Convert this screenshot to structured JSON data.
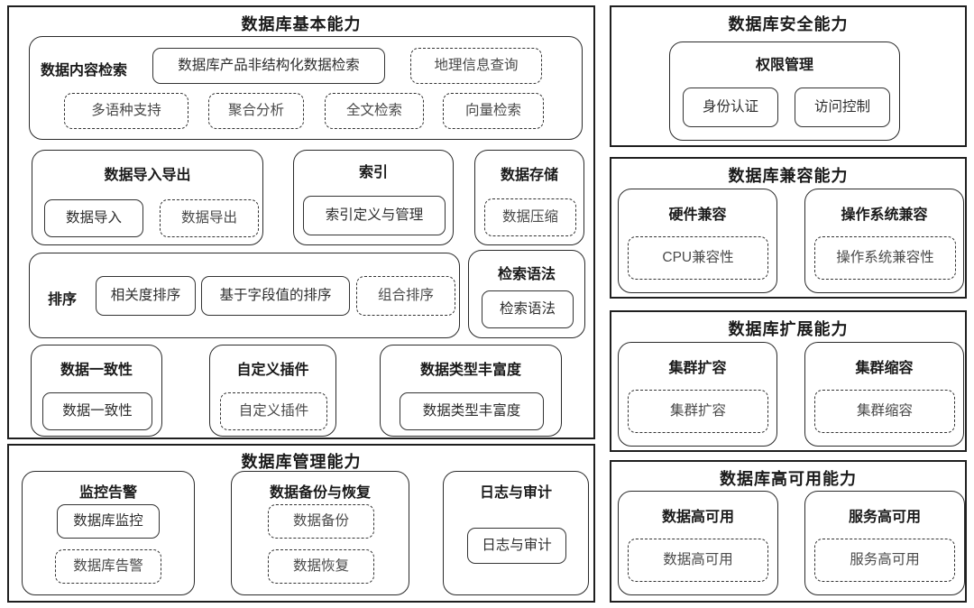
{
  "colors": {
    "border": "#1f1f1f",
    "background": "#ffffff",
    "text": "#1a1a1a"
  },
  "basic": {
    "title": "数据库基本能力",
    "retrieval": {
      "label": "数据内容检索",
      "unstructured": "数据库产品非结构化数据检索",
      "geo": "地理信息查询",
      "multilang": "多语种支持",
      "aggregation": "聚合分析",
      "fulltext": "全文检索",
      "vector": "向量检索"
    },
    "import_export": {
      "title": "数据导入导出",
      "import": "数据导入",
      "export": "数据导出"
    },
    "index": {
      "title": "索引",
      "define_manage": "索引定义与管理"
    },
    "storage": {
      "title": "数据存储",
      "compression": "数据压缩"
    },
    "sorting": {
      "label": "排序",
      "relevance": "相关度排序",
      "field_value": "基于字段值的排序",
      "combined": "组合排序"
    },
    "syntax": {
      "title": "检索语法",
      "box": "检索语法"
    },
    "consistency": {
      "title": "数据一致性",
      "box": "数据一致性"
    },
    "plugin": {
      "title": "自定义插件",
      "box": "自定义插件"
    },
    "datatype": {
      "title": "数据类型丰富度",
      "box": "数据类型丰富度"
    }
  },
  "management": {
    "title": "数据库管理能力",
    "monitoring": {
      "title": "监控告警",
      "monitor": "数据库监控",
      "alert": "数据库告警"
    },
    "backup": {
      "title": "数据备份与恢复",
      "backup": "数据备份",
      "restore": "数据恢复"
    },
    "logging": {
      "title": "日志与审计",
      "box": "日志与审计"
    }
  },
  "security": {
    "title": "数据库安全能力",
    "permission": {
      "title": "权限管理",
      "auth": "身份认证",
      "access": "访问控制"
    }
  },
  "compatibility": {
    "title": "数据库兼容能力",
    "hardware": {
      "title": "硬件兼容",
      "box": "CPU兼容性"
    },
    "os": {
      "title": "操作系统兼容",
      "box": "操作系统兼容性"
    }
  },
  "scalability": {
    "title": "数据库扩展能力",
    "scale_out": {
      "title": "集群扩容",
      "box": "集群扩容"
    },
    "scale_in": {
      "title": "集群缩容",
      "box": "集群缩容"
    }
  },
  "high_availability": {
    "title": "数据库高可用能力",
    "data_ha": {
      "title": "数据高可用",
      "box": "数据高可用"
    },
    "service_ha": {
      "title": "服务高可用",
      "box": "服务高可用"
    }
  }
}
